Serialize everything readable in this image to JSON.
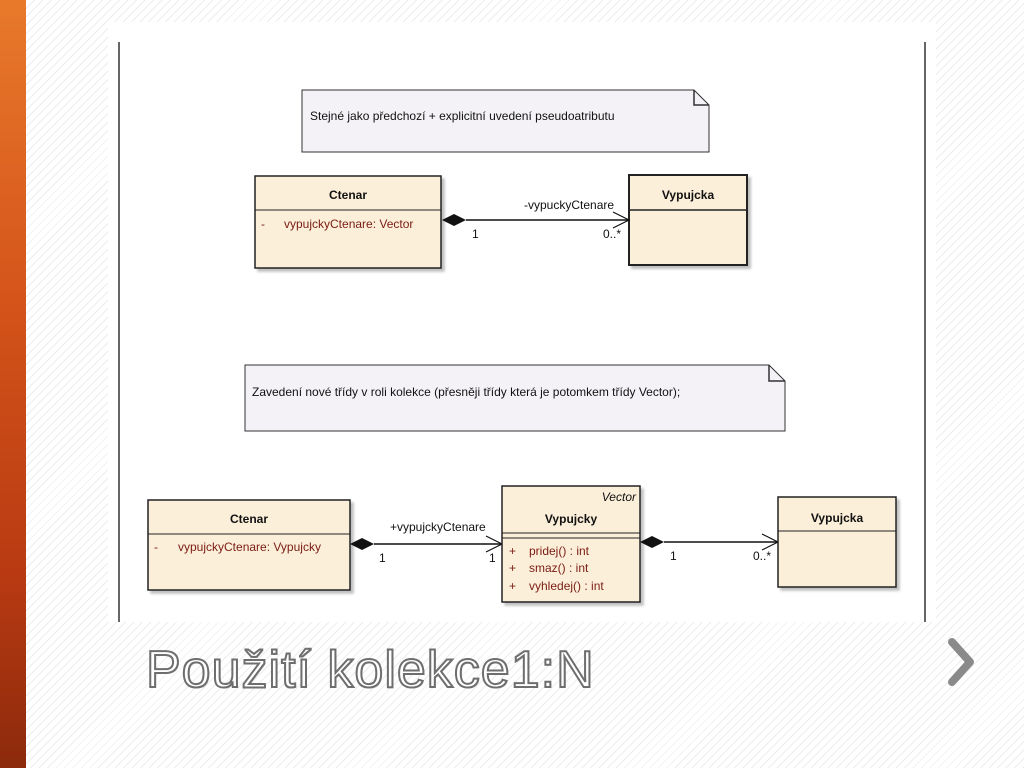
{
  "slide": {
    "title": "Použití kolekce1:N"
  },
  "diagram1": {
    "note": "Stejné jako předchozí + explicitní uvedení pseudoatributu",
    "ctenar": {
      "name": "Ctenar",
      "attr_visibility": "-",
      "attr_text": "vypujckyCtenare:  Vector"
    },
    "vypujcka": {
      "name": "Vypujcka"
    },
    "association": {
      "role": "-vypuckyCtenare",
      "mult_source": "1",
      "mult_target": "0..*"
    }
  },
  "diagram2": {
    "note": "Zavedení nové třídy v roli kolekce (přesněji třídy která je potomkem třídy Vector);",
    "ctenar": {
      "name": "Ctenar",
      "attr_visibility": "-",
      "attr_text": "vypujckyCtenare:  Vypujcky"
    },
    "vypujcky": {
      "stereotype": "Vector",
      "name": "Vypujcky",
      "methods": [
        {
          "visibility": "+",
          "text": "pridej() : int"
        },
        {
          "visibility": "+",
          "text": "smaz() : int"
        },
        {
          "visibility": "+",
          "text": "vyhledej() : int"
        }
      ]
    },
    "vypujcka": {
      "name": "Vypujcka"
    },
    "association1": {
      "role": "+vypujckyCtenare",
      "mult_source": "1",
      "mult_target": "1"
    },
    "association2": {
      "mult_source": "1",
      "mult_target": "0..*"
    }
  },
  "colors": {
    "class_fill": "#fcefd9",
    "note_fill": "#f4f2f6",
    "attribute_text": "#7a1c14",
    "accent_sidebar": "#d4531a"
  },
  "icons": {
    "next": "chevron-right-icon"
  }
}
